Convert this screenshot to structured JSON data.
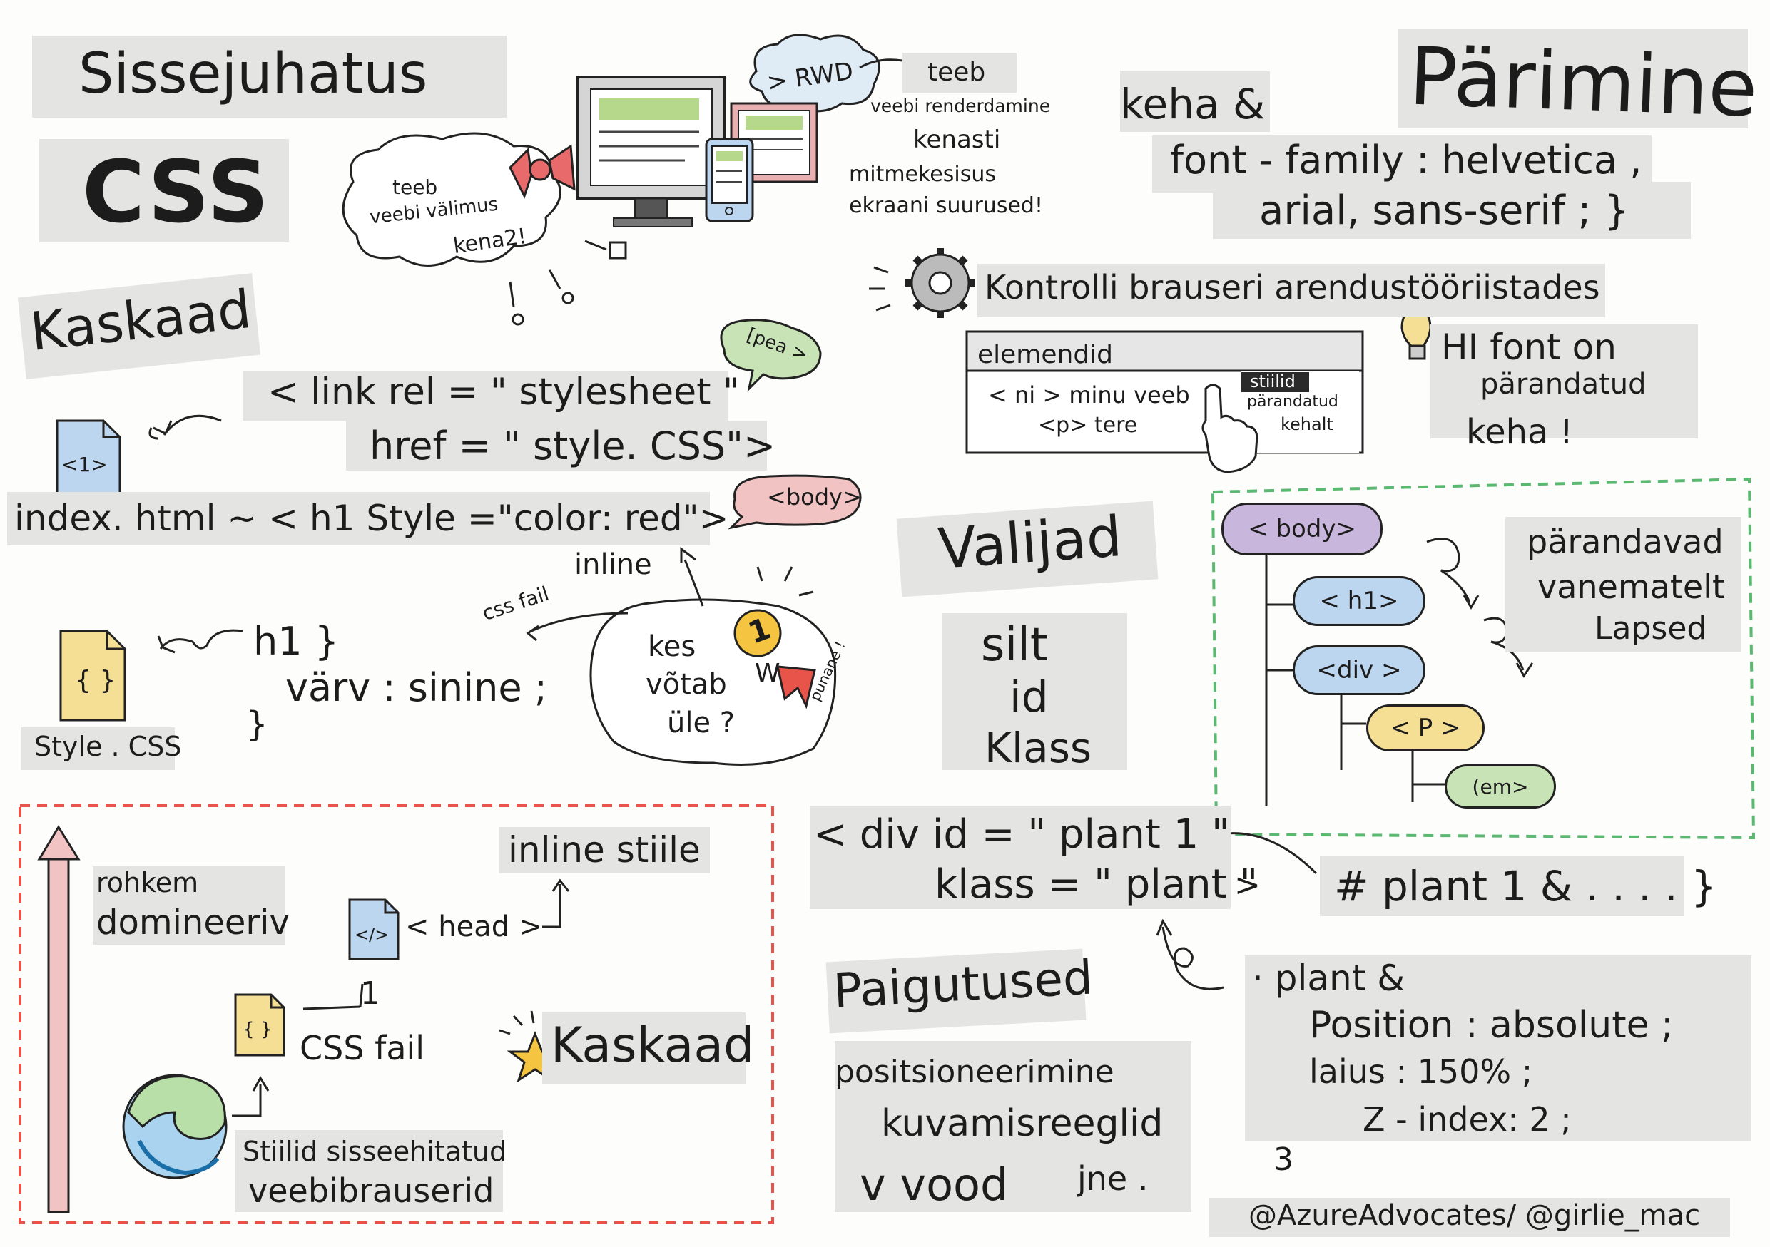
{
  "intro": {
    "title_line1": "Sissejuhatus",
    "title_line2": "CSS"
  },
  "cloud": {
    "l1": "teeb",
    "l2": "veebi välimus",
    "l3": "kena2!"
  },
  "rwd": {
    "badge": "> RWD",
    "l1": "teeb",
    "l2": "veebi renderdamine",
    "l3": "kenasti",
    "l4": "mitmekesisus",
    "l5": "ekraani suurused!"
  },
  "inheritance": {
    "title": "Pärimine",
    "code_l1": "keha &",
    "code_l2": "font - family : helvetica ,",
    "code_l3": "arial, sans-serif ; }",
    "devtools_label": "Kontrolli brauseri arendustööriistades",
    "devtools": {
      "tab": "elemendid",
      "line1": "< ni > minu veeb",
      "line2": "<p> tere",
      "styles_tab": "stiilid",
      "inherited": "pärandatud",
      "from": "kehalt"
    },
    "note_l1": "HI font on",
    "note_l2": "pärandatud",
    "note_l3": "keha !"
  },
  "cascade": {
    "title": "Kaskaad",
    "pea_bubble": "[pea >",
    "link_l1": "< link rel = \" stylesheet \"",
    "link_l2": "href = \" style. CSS\">",
    "file_icon_label": "<1>",
    "index_line": "index. html ~ < h1 Style =\"color: red\">",
    "body_bubble": "<body>",
    "inline_label": "inline",
    "css_fail_label": "css fail",
    "css_rule_l1": "h1 }",
    "css_rule_l2": "värv : sinine ;",
    "css_rule_l3": "}",
    "style_css_label": "Style . CSS",
    "style_icon": "{ }",
    "winner_l1": "kes",
    "winner_l2": "võtab",
    "winner_l3": "üle ?",
    "medal_number": "1",
    "medal_w": "W",
    "ribbon_text": "punane !"
  },
  "priority": {
    "more_l1": "rohkem",
    "more_l2": "domineeriv",
    "inline_styles": "inline stiile",
    "head_label": "< head >",
    "head_icon": "</>",
    "one_label": "1",
    "css_fail": "CSS fail",
    "css_icon": "{ }",
    "kaskaad": "Kaskaad",
    "browser_l1": "Stiilid sisseehitatud",
    "browser_l2": "veebibrauserid"
  },
  "selectors": {
    "title": "Valijad",
    "items": [
      "silt",
      "id",
      "Klass"
    ],
    "tree": [
      "< body>",
      "< h1>",
      "<div >",
      "< P >",
      "(em>"
    ],
    "tree_note_l1": "pärandavad",
    "tree_note_l2": "vanematelt",
    "tree_note_l3": "Lapsed",
    "div_l1": "< div id = \" plant 1 \"",
    "div_l2": "klass = \" plant \"",
    "div_close": ">",
    "id_rule": "# plant 1 & . . . . }"
  },
  "layouts": {
    "title": "Paigutused",
    "items": [
      "positsioneerimine",
      "kuvamisreeglid",
      "v vood",
      "jne ."
    ],
    "rule_l1": "· plant &",
    "rule_l2": "Position : absolute ;",
    "rule_l3": "laius : 150% ;",
    "rule_l4": "Z - index: 2 ;",
    "rule_l5": "3"
  },
  "credit": "@AzureAdvocates/ @girlie_mac",
  "colors": {
    "red_box": "#e8534a",
    "green_box": "#5bb870",
    "purple": "#c9b6dd",
    "blue": "#bcd6ef",
    "yellow": "#f5df95",
    "green": "#c8e3b5",
    "pink": "#f2c3c3"
  }
}
